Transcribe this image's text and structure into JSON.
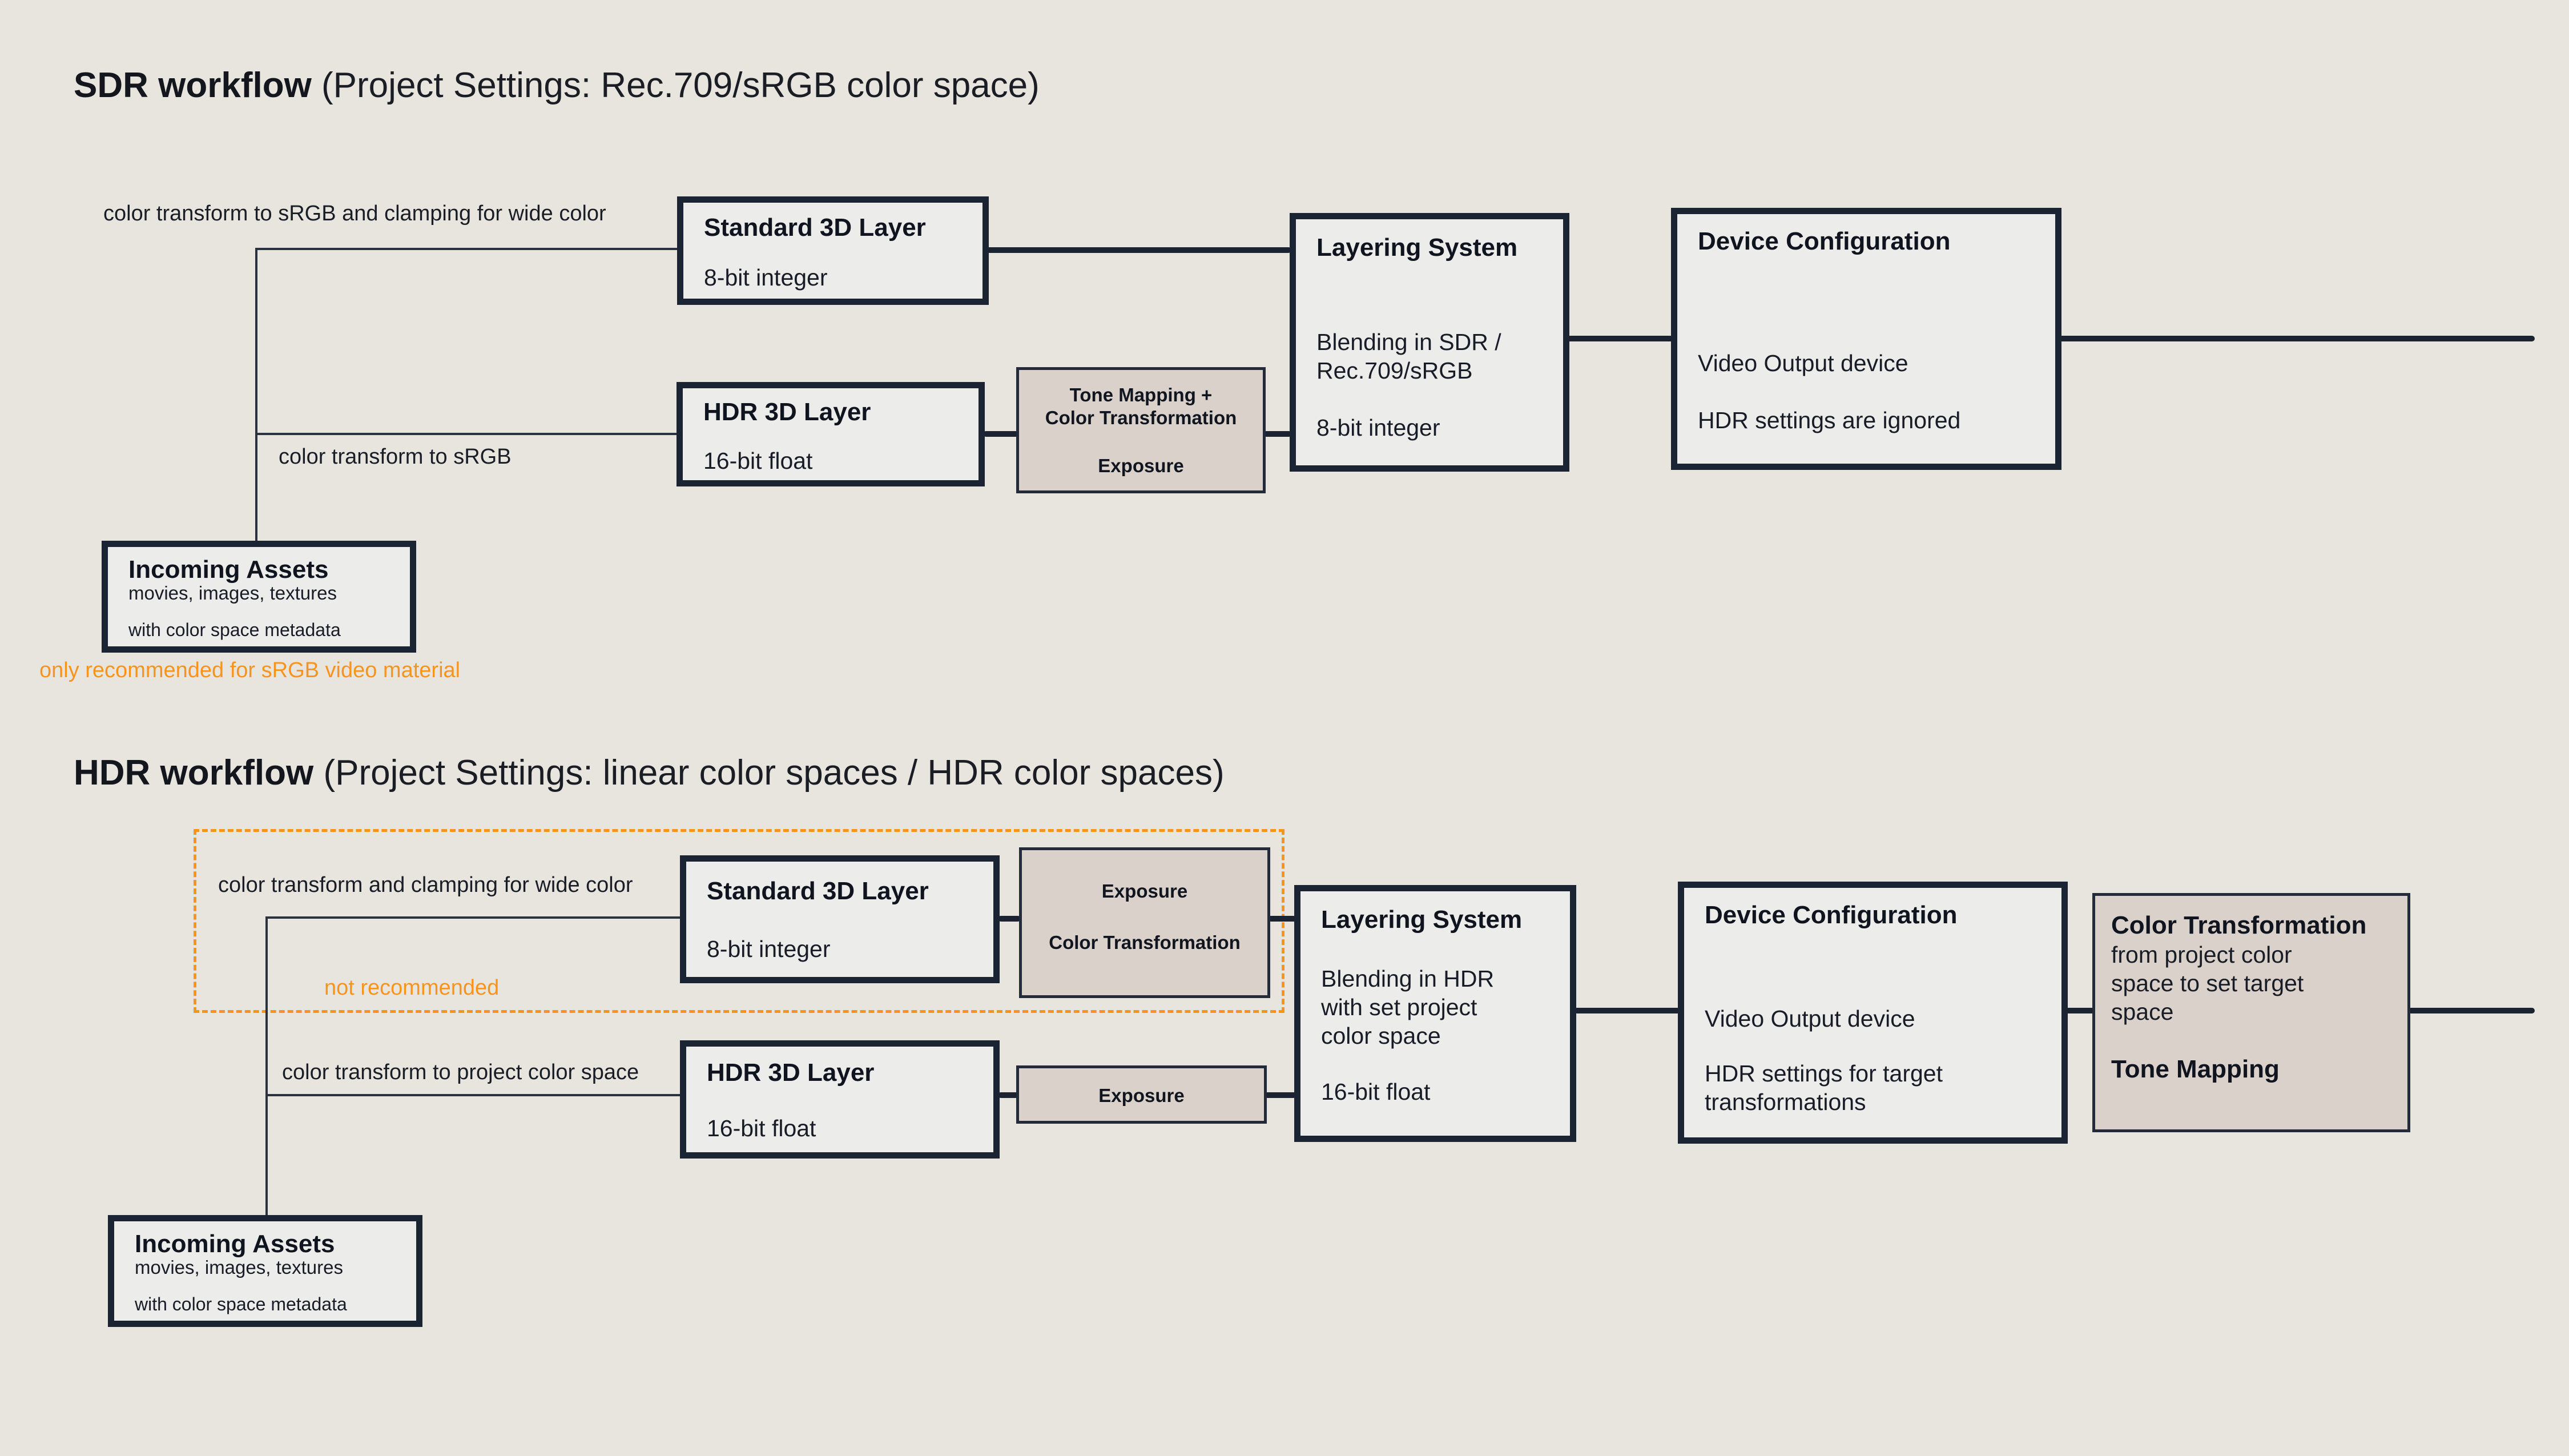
{
  "colors": {
    "background": "#e8e5df",
    "box_fill": "#ececeb",
    "box_border": "#1b2433",
    "beige_fill": "#dad2ca",
    "line": "#1b2230",
    "accent_orange": "#f7941e"
  },
  "sdr": {
    "title_bold": "SDR workflow",
    "title_rest": " (Project Settings: Rec.709/sRGB color space)",
    "label_top_branch": "color transform to sRGB and clamping for wide color",
    "label_bottom_branch": "color transform to sRGB",
    "standard_layer": {
      "title": "Standard 3D Layer",
      "body": "8-bit integer"
    },
    "hdr_layer": {
      "title": "HDR 3D Layer",
      "body": "16-bit float"
    },
    "tone_mapping": {
      "line1": "Tone Mapping +",
      "line2": "Color Transformation",
      "line3": "Exposure"
    },
    "layering": {
      "title": "Layering System",
      "body1": "Blending in SDR / Rec.709/sRGB",
      "body2": "8-bit integer"
    },
    "device": {
      "title": "Device Configuration",
      "body1": "Video Output device",
      "body2": "HDR settings are ignored"
    },
    "incoming": {
      "title": "Incoming Assets",
      "subtitle": "movies, images, textures",
      "note": "with color space metadata"
    },
    "warning": "only recommended for sRGB video material"
  },
  "hdr": {
    "title_bold": "HDR workflow",
    "title_rest": " (Project Settings: linear color spaces / HDR color spaces)",
    "label_top_branch": "color transform and clamping for wide color",
    "label_bottom_branch": "color transform to project color space",
    "not_recommended": "not recommended",
    "standard_layer": {
      "title": "Standard 3D Layer",
      "body": "8-bit integer"
    },
    "exposure_ct": {
      "line1": "Exposure",
      "line2": "Color Transformation"
    },
    "hdr_layer": {
      "title": "HDR 3D Layer",
      "body": "16-bit float"
    },
    "exposure_box": {
      "label": "Exposure"
    },
    "layering": {
      "title": "Layering System",
      "body1": "Blending in HDR with set project color space",
      "body2": "16-bit float"
    },
    "device": {
      "title": "Device Configuration",
      "body1": "Video Output device",
      "body2": "HDR settings for target transformations"
    },
    "color_transform": {
      "title": "Color Transformation",
      "body": "from project color space to set target space",
      "body2": "Tone Mapping"
    },
    "incoming": {
      "title": "Incoming Assets",
      "subtitle": "movies, images, textures",
      "note": "with color space metadata"
    }
  }
}
